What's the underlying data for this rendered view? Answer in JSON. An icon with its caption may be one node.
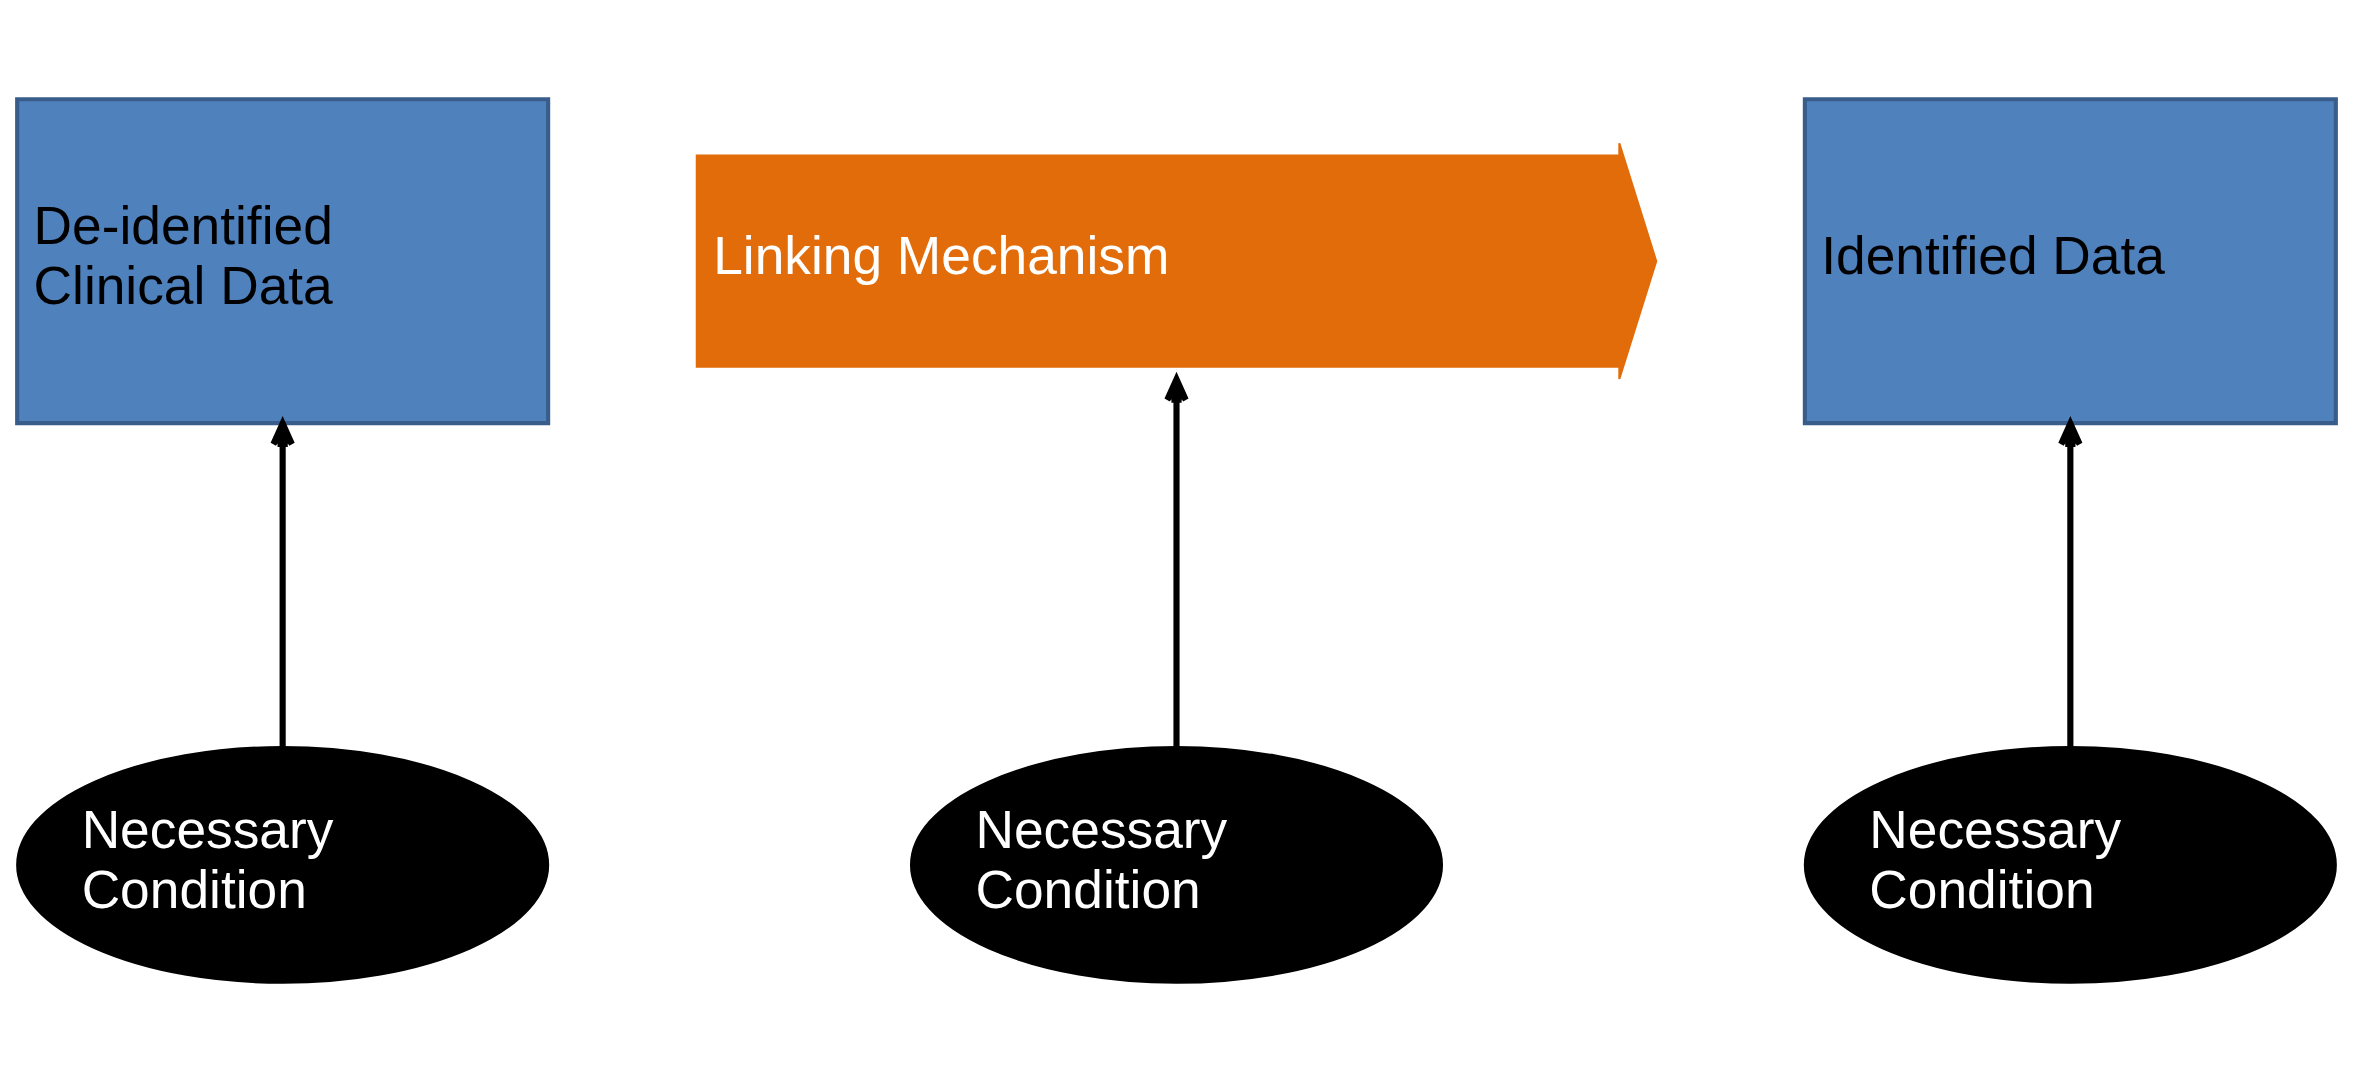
{
  "diagram": {
    "nodes": [
      {
        "text": [
          "De-identified Clinical Data"
        ]
      },
      {
        "text": [
          "Linking Mechanism"
        ]
      },
      {
        "text": [
          "Identified Data"
        ]
      },
      {
        "text": [
          "Necessary Condition"
        ]
      },
      {
        "text": [
          "Necessary Condition"
        ]
      },
      {
        "text": [
          "Necessary Condition"
        ]
      }
    ],
    "edges": [
      {
        "from": 3,
        "to": 0,
        "arrow": "to"
      },
      {
        "from": 4,
        "to": 1,
        "arrow": "to"
      },
      {
        "from": 5,
        "to": 2,
        "arrow": "to"
      }
    ]
  }
}
